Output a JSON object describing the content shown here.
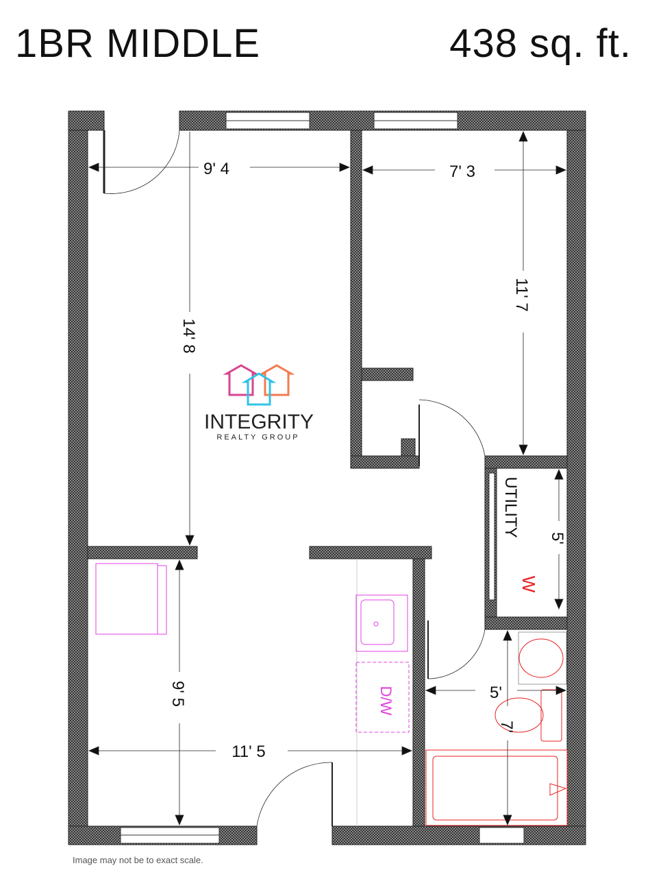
{
  "header": {
    "unit_name": "1BR MIDDLE",
    "area": "438 sq. ft."
  },
  "logo": {
    "name": "INTEGRITY",
    "tagline": "REALTY GROUP",
    "colors": [
      "#d6458f",
      "#2fc3e6",
      "#f47a4f"
    ]
  },
  "dimensions": {
    "living_width": "9' 4",
    "bedroom_width": "7' 3",
    "bedroom_depth": "11' 7",
    "living_depth": "14' 8",
    "kitchen_depth": "9' 5",
    "kitchen_width": "11' 5",
    "utility_depth": "5'",
    "bath_width": "5'",
    "bath_depth": "7'"
  },
  "rooms": {
    "utility": "UTILITY",
    "washer": "W",
    "dishwasher": "D/W"
  },
  "colors": {
    "wall": "#555555",
    "fixture_red": "#e82020",
    "fixture_magenta": "#e040e0"
  },
  "footer": {
    "note": "Image may not be to exact scale."
  }
}
